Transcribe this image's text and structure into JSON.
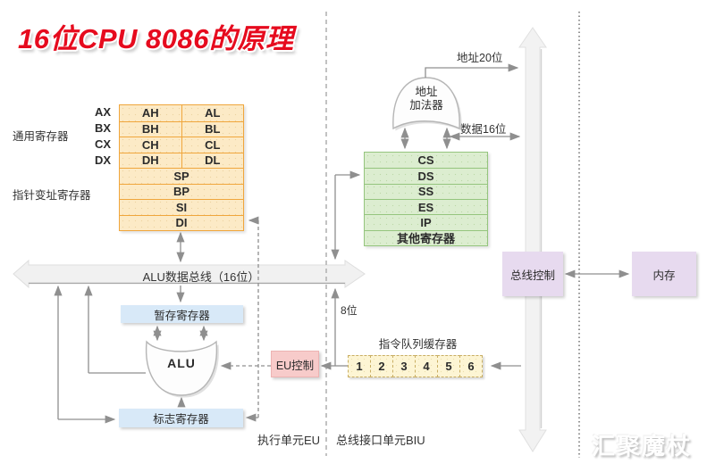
{
  "title": "16位CPU 8086的原理",
  "watermark": "汇聚魔杖",
  "colors": {
    "title_red": "#e60b1e",
    "register_fill": "#fceac6",
    "register_border": "#f0a63c",
    "segment_fill": "#dcedd0",
    "segment_border": "#95c57e",
    "blue_fill": "#d8e9f8",
    "pink_fill": "#f7cbca",
    "purple_fill": "#e7daef",
    "queue_fill": "#fdf5d4",
    "queue_border": "#c9ae63",
    "bus_fill": "#f1f1f1",
    "line_gray": "#8f8f8f"
  },
  "register_file": {
    "group_label_general": "通用寄存器",
    "group_label_pointer": "指针变址寄存器",
    "row_labels": [
      "AX",
      "BX",
      "CX",
      "DX"
    ],
    "split_rows": [
      [
        "AH",
        "AL"
      ],
      [
        "BH",
        "BL"
      ],
      [
        "CH",
        "CL"
      ],
      [
        "DH",
        "DL"
      ]
    ],
    "full_rows": [
      "SP",
      "BP",
      "SI",
      "DI"
    ]
  },
  "segment_registers": {
    "rows": [
      "CS",
      "DS",
      "SS",
      "ES",
      "IP",
      "其他寄存器"
    ]
  },
  "adder": {
    "line1": "地址",
    "line2": "加法器"
  },
  "bus_labels": {
    "address_width": "地址20位",
    "data_width": "数据16位",
    "alu_bus": "ALU数据总线（16位）",
    "queue_width": "8位"
  },
  "eu": {
    "temp_register": "暂存寄存器",
    "alu": "ALU",
    "eu_control": "EU控制",
    "flag_register": "标志寄存器",
    "unit_label": "执行单元EU"
  },
  "biu": {
    "queue_label": "指令队列缓存器",
    "queue_cells": [
      "1",
      "2",
      "3",
      "4",
      "5",
      "6"
    ],
    "bus_control": "总线控制",
    "memory": "内存",
    "unit_label": "总线接口单元BIU"
  }
}
